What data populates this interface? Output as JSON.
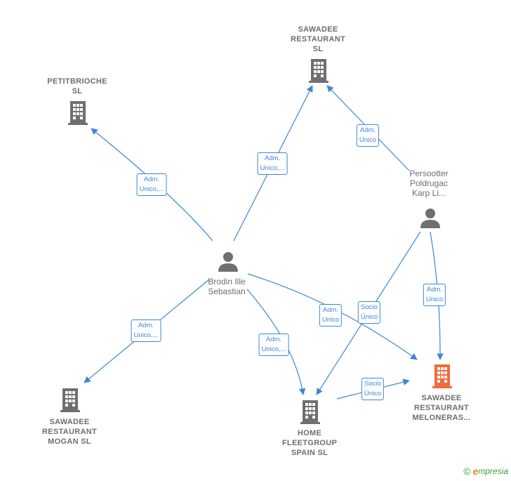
{
  "nodes": {
    "sawadee_sl": {
      "label": "SAWADEE\nRESTAURANT\nSL",
      "kind": "company"
    },
    "petitbrioche": {
      "label": "PETITBRIOCHE\nSL",
      "kind": "company"
    },
    "persootter": {
      "label": "Persootter\nPoldrugac\nKarp Li...",
      "kind": "person"
    },
    "brodin": {
      "label": "Brodin Ille\nSebastian",
      "kind": "person"
    },
    "mogan": {
      "label": "SAWADEE\nRESTAURANT\nMOGAN  SL",
      "kind": "company"
    },
    "home": {
      "label": "HOME\nFLEETGROUP\nSPAIN  SL",
      "kind": "company"
    },
    "meloneras": {
      "label": "SAWADEE\nRESTAURANT\nMELONERAS...",
      "kind": "company-focus"
    }
  },
  "edges": {
    "e1": {
      "label": "Adm.\nUnico,..."
    },
    "e2": {
      "label": "Adm.\nUnico,..."
    },
    "e3": {
      "label": "Adm.\nUnico"
    },
    "e4": {
      "label": "Adm.\nUnico,..."
    },
    "e5": {
      "label": "Adm.\nUnico,..."
    },
    "e6": {
      "label": "Adm.\nUnico"
    },
    "e7": {
      "label": "Socio\nÚnico"
    },
    "e8": {
      "label": "Adm.\nUnico"
    },
    "e9": {
      "label": "Socio\nÚnico"
    }
  },
  "colors": {
    "edge": "#3d86d6",
    "company_icon": "#6f6f6f",
    "focus_icon": "#f26b3a",
    "person_icon": "#6f6f6f"
  },
  "footer": {
    "copyright": "©",
    "brand_initial": "e",
    "brand_rest": "mpresia"
  }
}
